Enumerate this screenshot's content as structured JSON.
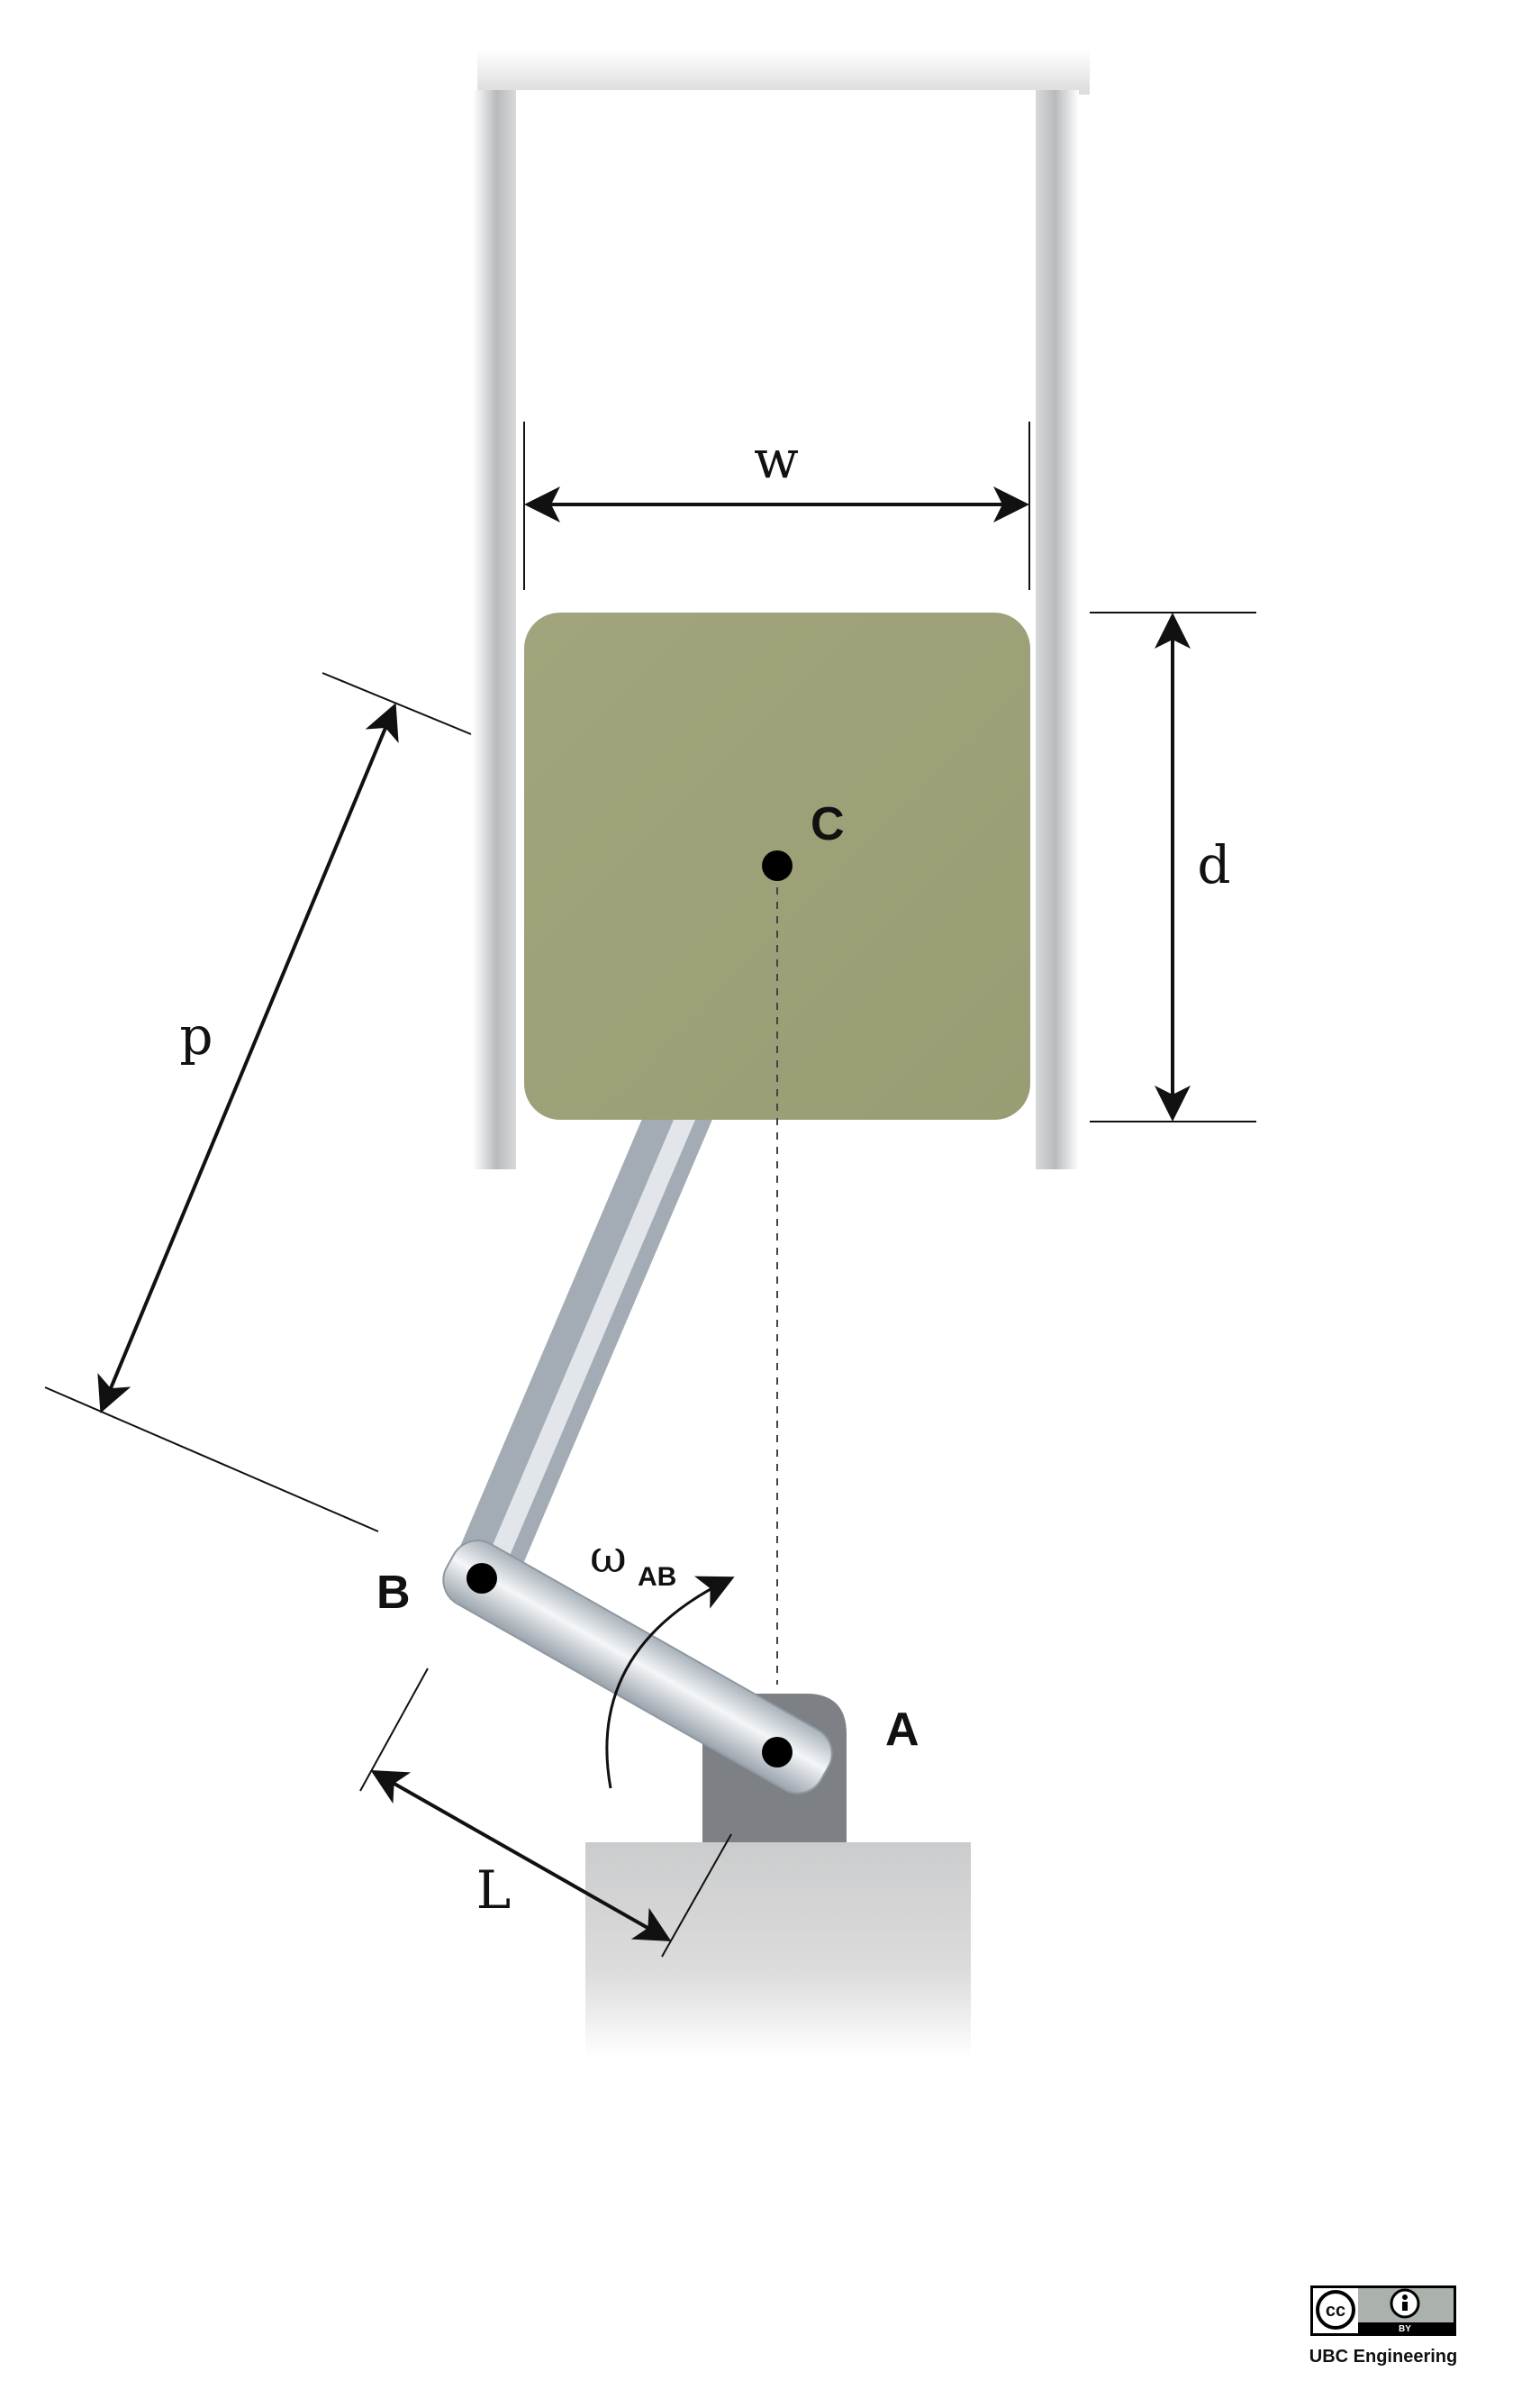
{
  "labels": {
    "width": "w",
    "depth": "d",
    "p_length": "p",
    "L_length": "L",
    "point_A": "A",
    "point_B": "B",
    "point_C": "C",
    "omega": "ω",
    "omega_sub": "AB"
  },
  "license": {
    "cc": "cc",
    "by": "BY",
    "credit": "UBC Engineering"
  },
  "colors": {
    "block": "#9ea078",
    "rod": "#c8d0d6",
    "support": "#7b7e82",
    "ground": "#cfd0d1",
    "wall": "#c8c9cb"
  }
}
